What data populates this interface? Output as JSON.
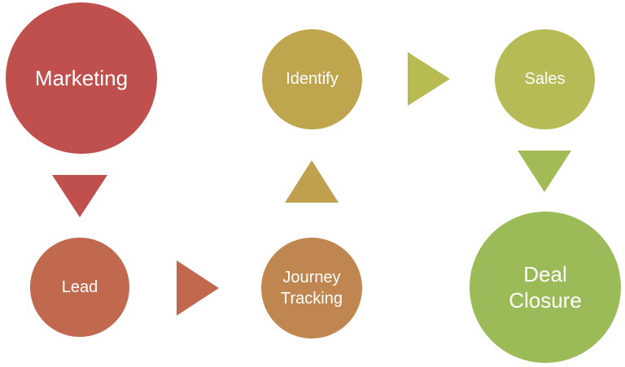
{
  "nodes": {
    "marketing": {
      "label": "Marketing",
      "color": "#c0504d"
    },
    "lead": {
      "label": "Lead",
      "color": "#c0694f"
    },
    "journey": {
      "label": "Journey\nTracking",
      "color": "#c0864f"
    },
    "identify": {
      "label": "Identify",
      "color": "#c0a54f"
    },
    "sales": {
      "label": "Sales",
      "color": "#b6bb56"
    },
    "deal": {
      "label": "Deal\nClosure",
      "color": "#9bbb59"
    }
  },
  "arrows": {
    "marketing_lead": {
      "direction": "down",
      "color": "#c0504d"
    },
    "lead_journey": {
      "direction": "right",
      "color": "#c0694f"
    },
    "journey_identify": {
      "direction": "up",
      "color": "#c0a04f"
    },
    "identify_sales": {
      "direction": "right",
      "color": "#b8bb4f"
    },
    "sales_deal": {
      "direction": "down",
      "color": "#a2bb56"
    }
  }
}
